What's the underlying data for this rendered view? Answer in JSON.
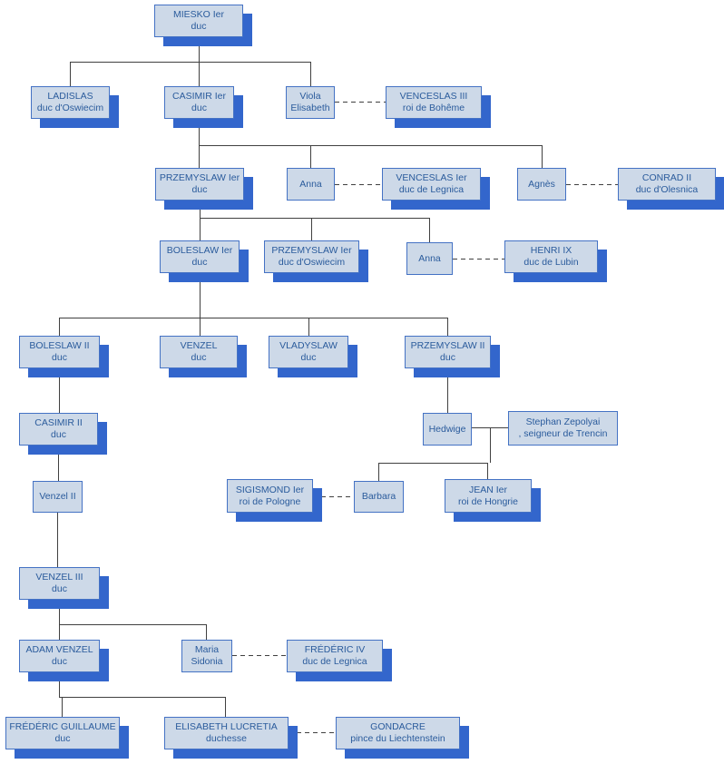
{
  "colors": {
    "box_fill": "#cdd9e8",
    "box_border": "#4472c4",
    "box_shadow": "#3366cc",
    "text": "#2a5b9c",
    "line": "#404040"
  },
  "nodes": [
    {
      "line1": "MIESKO Ier",
      "line2": "duc"
    },
    {
      "line1": "LADISLAS",
      "line2": "duc d'Oswiecim"
    },
    {
      "line1": "CASIMIR Ier",
      "line2": "duc"
    },
    {
      "line1": "Viola",
      "line2": "Elisabeth"
    },
    {
      "line1": "VENCESLAS III",
      "line2": "roi de Bohême"
    },
    {
      "line1": "PRZEMYSLAW Ier",
      "line2": "duc"
    },
    {
      "line1": "Anna"
    },
    {
      "line1": "VENCESLAS Ier",
      "line2": "duc de Legnica"
    },
    {
      "line1": "Agnès"
    },
    {
      "line1": "CONRAD II",
      "line2": "duc d'Olesnica"
    },
    {
      "line1": "BOLESLAW Ier",
      "line2": "duc"
    },
    {
      "line1": "PRZEMYSLAW Ier",
      "line2": "duc d'Oswiecim"
    },
    {
      "line1": "Anna"
    },
    {
      "line1": "HENRI IX",
      "line2": "duc de Lubin"
    },
    {
      "line1": "BOLESLAW II",
      "line2": "duc"
    },
    {
      "line1": "VENZEL",
      "line2": "duc"
    },
    {
      "line1": "VLADYSLAW",
      "line2": "duc"
    },
    {
      "line1": "PRZEMYSLAW II",
      "line2": "duc"
    },
    {
      "line1": "CASIMIR II",
      "line2": "duc"
    },
    {
      "line1": "Hedwige"
    },
    {
      "line1": "Stephan Zepolyai",
      "line2": ", seigneur de Trencin"
    },
    {
      "line1": "Venzel II"
    },
    {
      "line1": "SIGISMOND Ier",
      "line2": "roi de Pologne"
    },
    {
      "line1": "Barbara"
    },
    {
      "line1": "JEAN Ier",
      "line2": "roi de Hongrie"
    },
    {
      "line1": "VENZEL III",
      "line2": "duc"
    },
    {
      "line1": "ADAM VENZEL",
      "line2": "duc"
    },
    {
      "line1": "Maria",
      "line2": "Sidonia"
    },
    {
      "line1": "FRÉDÉRIC IV",
      "line2": "duc de Legnica"
    },
    {
      "line1": "FRÉDÉRIC GUILLAUME",
      "line2": "duc"
    },
    {
      "line1": "ELISABETH LUCRETIA",
      "line2": "duchesse"
    },
    {
      "line1": "GONDACRE",
      "line2": "pince du Liechtenstein"
    }
  ]
}
